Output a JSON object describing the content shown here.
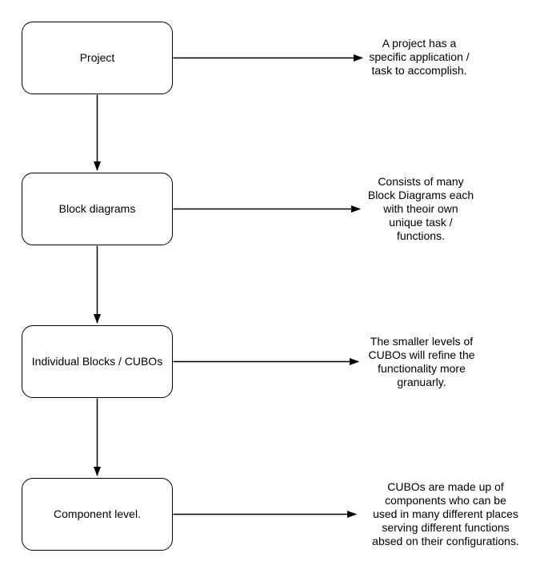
{
  "diagram": {
    "colors": {
      "stroke": "#000000",
      "shape_fill": "#ffffff",
      "text": "#000000",
      "background": "#ffffff"
    },
    "nodes": [
      {
        "id": "project",
        "label": "Project"
      },
      {
        "id": "block-diagrams",
        "label": "Block diagrams"
      },
      {
        "id": "individual-blocks",
        "label": "Individual Blocks / CUBOs"
      },
      {
        "id": "component-level",
        "label": "Component level."
      }
    ],
    "annotations": [
      {
        "for": "project",
        "text": "A project has a\nspecific application /\ntask to accomplish."
      },
      {
        "for": "block-diagrams",
        "text": "Consists of many\nBlock Diagrams each\nwith theoir own\nunique task /\nfunctions."
      },
      {
        "for": "individual-blocks",
        "text": "The smaller levels of\nCUBOs will refine the\nfunctionality more\ngranuarly."
      },
      {
        "for": "component-level",
        "text": "CUBOs are made up of\ncomponents who can be\nused in many different places\nserving different functions\nabsed on their configurations."
      }
    ],
    "edges": [
      {
        "from": "Project",
        "to": "Block diagrams"
      },
      {
        "from": "Block diagrams",
        "to": "Individual Blocks / CUBOs"
      },
      {
        "from": "Individual Blocks / CUBOs",
        "to": "Component level."
      },
      {
        "from": "Project",
        "to": "annotation"
      },
      {
        "from": "Block diagrams",
        "to": "annotation"
      },
      {
        "from": "Individual Blocks / CUBOs",
        "to": "annotation"
      },
      {
        "from": "Component level.",
        "to": "annotation"
      }
    ]
  }
}
